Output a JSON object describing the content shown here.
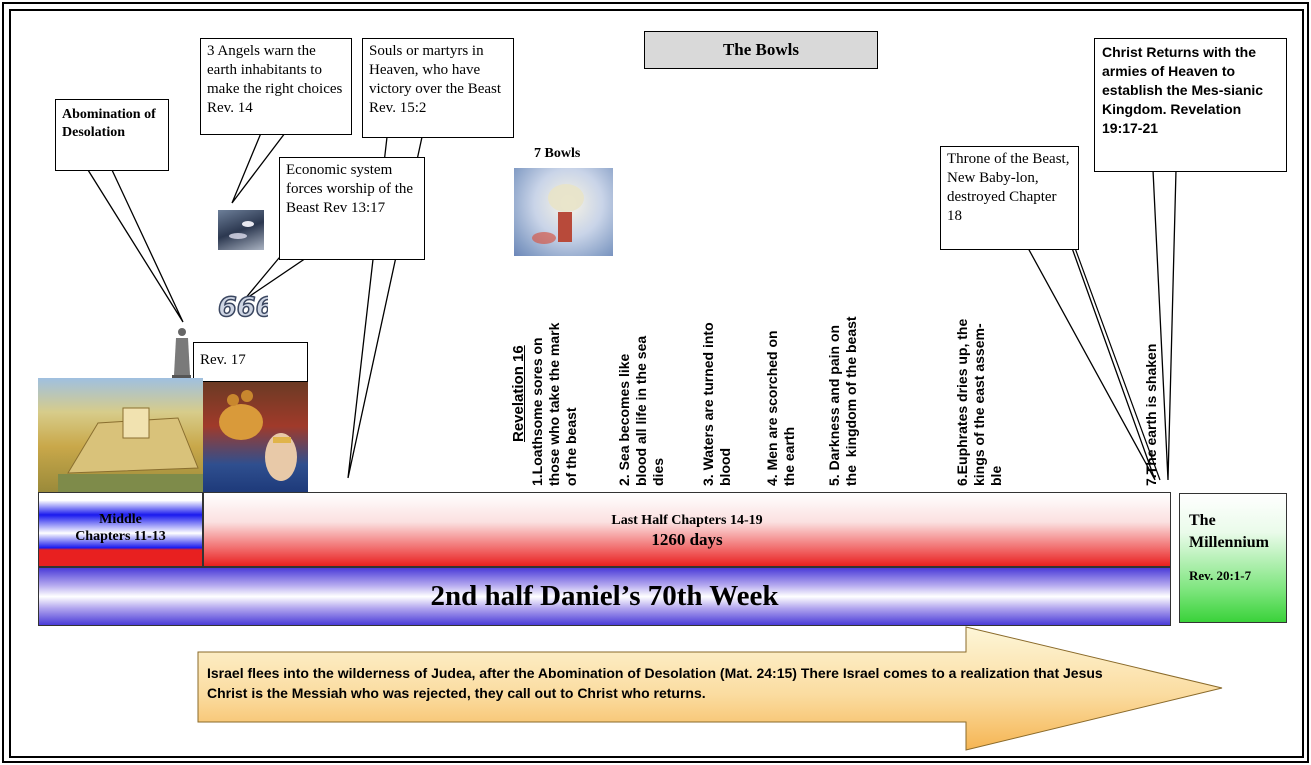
{
  "title": "The Bowls",
  "callouts": {
    "abomination": "Abomination of Desolation",
    "angels": "3 Angels warn the earth inhabitants to make the right choices  Rev. 14",
    "souls": "Souls or martyrs in Heaven, who have victory over the Beast Rev. 15:2",
    "economic": "Economic system forces worship of the Beast Rev 13:17",
    "rev17": "Rev.  17",
    "throne": "Throne of the Beast, New Baby-lon, destroyed Chapter  18",
    "christ": "Christ Returns with the armies of Heaven to establish the Mes-sianic Kingdom. Revelation 19:17-21"
  },
  "seven_bowls_label": "7 Bowls",
  "mark_666": "666",
  "bowls": {
    "heading": "Revelation 16",
    "b1": "1.Loathsome sores on\nthose who take the mark\nof the beast",
    "b2": "2. Sea becomes like\nblood all life in the sea\ndies",
    "b3": "3. Waters are turned into\nblood",
    "b4": "4. Men are scorched on\nthe earth",
    "b5": "5. Darkness and pain on\nthe  kingdom of the beast",
    "b6": "6.Euphrates dries up, the\nkings of the east assem-\nble",
    "b7": "7.The earth is shaken"
  },
  "timeline": {
    "middle_label": "Middle",
    "middle_chapters": "Chapters 11-13",
    "last_half": "Last Half  Chapters 14-19",
    "days": "1260 days",
    "week": "2nd half Daniel’s 70th Week",
    "millennium_label": "The Millennium",
    "millennium_ref": "Rev. 20:1-7"
  },
  "arrow_text": "Israel flees into the wilderness of Judea, after the Abomination of Desolation (Mat. 24:15) There Israel comes to a  realization that Jesus Christ is the Messiah who was rejected, they call out to Christ who returns.",
  "icons": {
    "temple": "temple-image",
    "beast": "beast-image",
    "angels": "angels-image",
    "bowls": "bowls-image",
    "statue": "statue-image"
  }
}
